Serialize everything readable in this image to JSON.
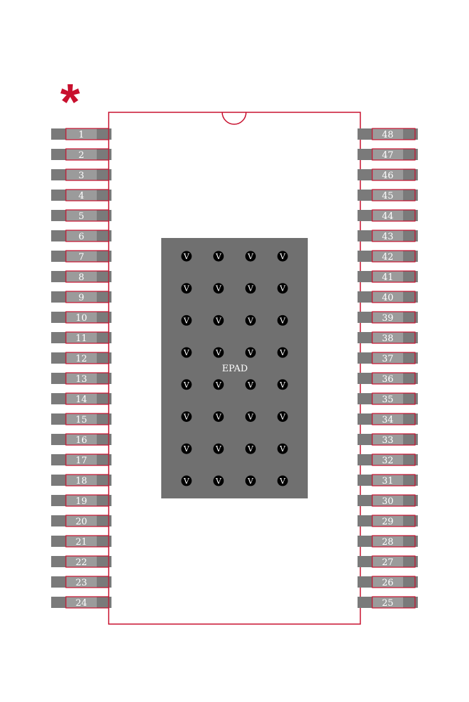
{
  "title": "",
  "colors": {
    "background": "#ffffff",
    "outline": "#c8102e",
    "pad": "#7a7a7a",
    "pad_inner": "#9b9b9b",
    "epad": "#707070",
    "via": "#000000",
    "label": "#ffffff"
  },
  "pin1_marker": "*",
  "epad": {
    "label": "EPAD",
    "via_label": "V",
    "via_rows": 8,
    "via_cols": 4
  },
  "pins": {
    "left": [
      "1",
      "2",
      "3",
      "4",
      "5",
      "6",
      "7",
      "8",
      "9",
      "10",
      "11",
      "12",
      "13",
      "14",
      "15",
      "16",
      "17",
      "18",
      "19",
      "20",
      "21",
      "22",
      "23",
      "24"
    ],
    "right": [
      "48",
      "47",
      "46",
      "45",
      "44",
      "43",
      "42",
      "41",
      "40",
      "39",
      "38",
      "37",
      "36",
      "35",
      "34",
      "33",
      "32",
      "31",
      "30",
      "29",
      "28",
      "27",
      "26",
      "25"
    ]
  }
}
